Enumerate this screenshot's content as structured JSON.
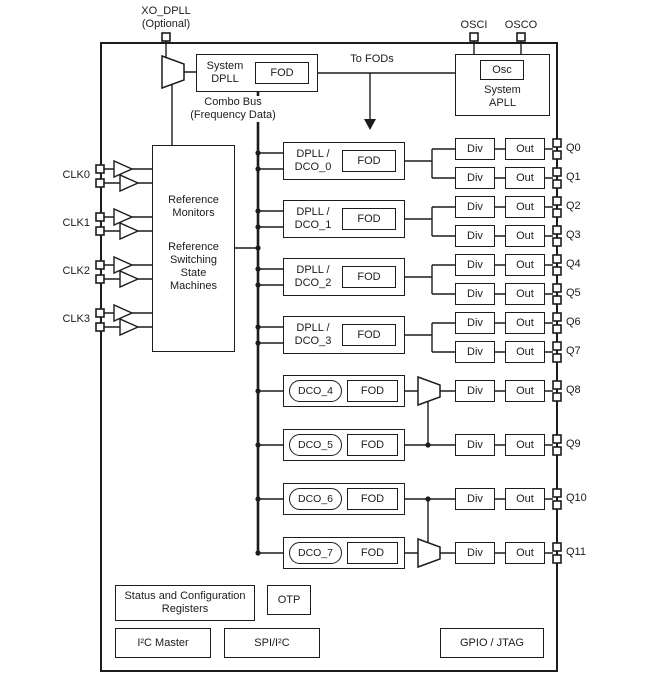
{
  "colors": {
    "ink": "#1c1c1c"
  },
  "pins": {
    "xo_dpll": {
      "line1": "XO_DPLL",
      "line2": "(Optional)"
    },
    "osci": "OSCI",
    "osco": "OSCO"
  },
  "annotations": {
    "to_fods": "To FODs",
    "combo_bus_line1": "Combo Bus",
    "combo_bus_line2": "(Frequency Data)"
  },
  "system_dpll": {
    "line1": "System",
    "line2": "DPLL",
    "fod": "FOD"
  },
  "system_apll": {
    "osc": "Osc",
    "line1": "System",
    "line2": "APLL"
  },
  "reference_block": {
    "group1": [
      "Reference",
      "Monitors"
    ],
    "group2": [
      "Reference",
      "Switching",
      "State",
      "Machines"
    ]
  },
  "clk_inputs": [
    "CLK0",
    "CLK1",
    "CLK2",
    "CLK3"
  ],
  "dpll_dco_blocks": [
    {
      "line1": "DPLL /",
      "line2": "DCO_0",
      "fod": "FOD"
    },
    {
      "line1": "DPLL /",
      "line2": "DCO_1",
      "fod": "FOD"
    },
    {
      "line1": "DPLL /",
      "line2": "DCO_2",
      "fod": "FOD"
    },
    {
      "line1": "DPLL /",
      "line2": "DCO_3",
      "fod": "FOD"
    }
  ],
  "dco_blocks": [
    {
      "label": "DCO_4",
      "fod": "FOD"
    },
    {
      "label": "DCO_5",
      "fod": "FOD"
    },
    {
      "label": "DCO_6",
      "fod": "FOD"
    },
    {
      "label": "DCO_7",
      "fod": "FOD"
    }
  ],
  "outputs": [
    {
      "div": "Div",
      "out": "Out",
      "label": "Q0"
    },
    {
      "div": "Div",
      "out": "Out",
      "label": "Q1"
    },
    {
      "div": "Div",
      "out": "Out",
      "label": "Q2"
    },
    {
      "div": "Div",
      "out": "Out",
      "label": "Q3"
    },
    {
      "div": "Div",
      "out": "Out",
      "label": "Q4"
    },
    {
      "div": "Div",
      "out": "Out",
      "label": "Q5"
    },
    {
      "div": "Div",
      "out": "Out",
      "label": "Q6"
    },
    {
      "div": "Div",
      "out": "Out",
      "label": "Q7"
    },
    {
      "div": "Div",
      "out": "Out",
      "label": "Q8"
    },
    {
      "div": "Div",
      "out": "Out",
      "label": "Q9"
    },
    {
      "div": "Div",
      "out": "Out",
      "label": "Q10"
    },
    {
      "div": "Div",
      "out": "Out",
      "label": "Q11"
    }
  ],
  "bottom": {
    "status_line1": "Status and Configuration",
    "status_line2": "Registers",
    "otp": "OTP",
    "i2c_master": "I²C Master",
    "spi_i2c": "SPI/I²C",
    "gpio_jtag": "GPIO / JTAG"
  }
}
